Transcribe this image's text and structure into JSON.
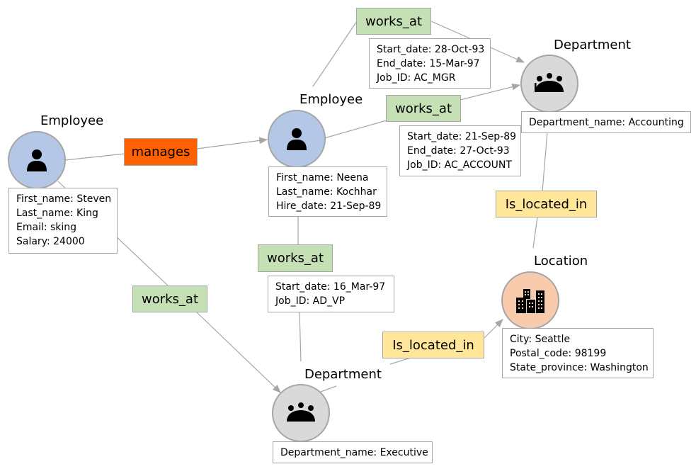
{
  "nodes": {
    "employee_steven": {
      "title": "Employee",
      "icon": "person-icon",
      "properties": [
        "First_name: Steven",
        "Last_name: King",
        "Email: sking",
        "Salary: 24000"
      ]
    },
    "employee_neena": {
      "title": "Employee",
      "icon": "person-icon",
      "properties": [
        "First_name: Neena",
        "Last_name: Kochhar",
        "Hire_date: 21-Sep-89"
      ]
    },
    "department_accounting": {
      "title": "Department",
      "icon": "group-icon",
      "properties": [
        "Department_name: Accounting"
      ]
    },
    "department_executive": {
      "title": "Department",
      "icon": "group-icon",
      "properties": [
        "Department_name: Executive"
      ]
    },
    "location_seattle": {
      "title": "Location",
      "icon": "city-buildings-icon",
      "properties": [
        "City: Seattle",
        "Postal_code: 98199",
        "State_province: Washington"
      ]
    }
  },
  "relationships": {
    "manages": {
      "label": "manages",
      "from": "Employee (Steven)",
      "to": "Employee (Neena)",
      "color": "#ff6000"
    },
    "works_at_top": {
      "label": "works_at",
      "from": "Employee (Neena)",
      "to": "Department (Accounting)",
      "color": "#c5e0b4",
      "properties": [
        "Start_date: 28-Oct-93",
        "End_date: 15-Mar-97",
        "Job_ID: AC_MGR"
      ]
    },
    "works_at_mid": {
      "label": "works_at",
      "from": "Employee (Neena)",
      "to": "Department (Accounting)",
      "color": "#c5e0b4",
      "properties": [
        "Start_date: 21-Sep-89",
        "End_date: 27-Oct-93",
        "Job_ID: AC_ACCOUNT"
      ]
    },
    "works_at_center": {
      "label": "works_at",
      "from": "Employee (Neena)",
      "to": "Department (Executive)",
      "color": "#c5e0b4",
      "properties": [
        "Start_date: 16_Mar-97",
        "Job_ID: AD_VP"
      ]
    },
    "works_at_left": {
      "label": "works_at",
      "from": "Employee (Steven)",
      "to": "Department (Executive)",
      "color": "#c5e0b4"
    },
    "is_located_in_right": {
      "label": "Is_located_in",
      "from": "Department (Accounting)",
      "to": "Location",
      "color": "#ffe699"
    },
    "is_located_in_bottom": {
      "label": "Is_located_in",
      "from": "Department (Executive)",
      "to": "Location",
      "color": "#ffe699"
    }
  }
}
